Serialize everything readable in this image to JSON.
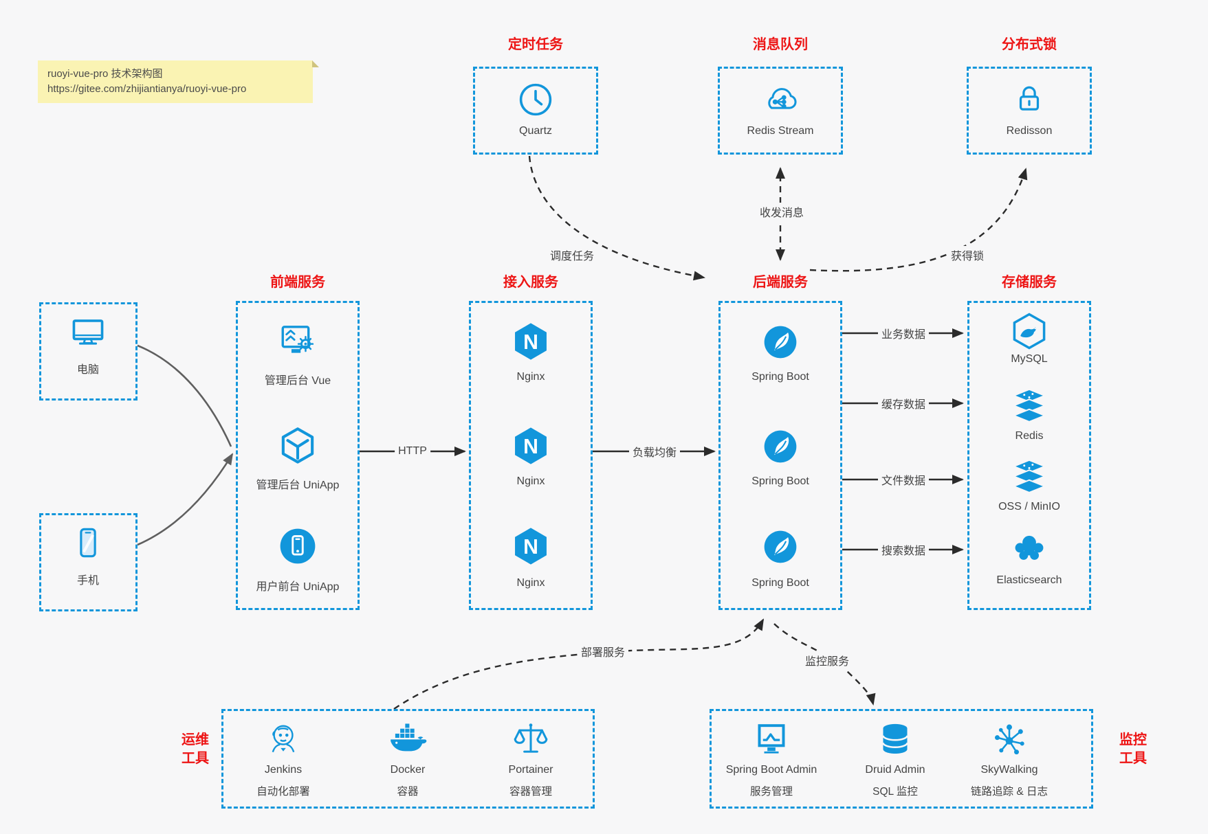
{
  "note": {
    "title": "ruoyi-vue-pro 技术架构图",
    "url": "https://gitee.com/zhijiantianya/ruoyi-vue-pro"
  },
  "palette": {
    "accent_blue": "#1296db",
    "title_red": "#ed1515",
    "text": "#434343",
    "arrow": "#2b2b2b",
    "note_bg": "#faf3b3",
    "canvas_bg": "#f7f7f8"
  },
  "top_groups": [
    {
      "title": "定时任务",
      "item": {
        "label": "Quartz",
        "icon": "clock-icon"
      }
    },
    {
      "title": "消息队列",
      "item": {
        "label": "Redis Stream",
        "icon": "cloud-network-icon"
      }
    },
    {
      "title": "分布式锁",
      "item": {
        "label": "Redisson",
        "icon": "lock-icon"
      }
    }
  ],
  "clients": [
    {
      "label": "电脑",
      "icon": "desktop-icon"
    },
    {
      "label": "手机",
      "icon": "phone-icon"
    }
  ],
  "columns": [
    {
      "title": "前端服务",
      "items": [
        {
          "label": "管理后台 Vue",
          "icon": "admin-vue-icon"
        },
        {
          "label": "管理后台 UniApp",
          "icon": "uniapp-cube-icon"
        },
        {
          "label": "用户前台 UniApp",
          "icon": "mobile-app-icon"
        }
      ]
    },
    {
      "title": "接入服务",
      "items": [
        {
          "label": "Nginx",
          "icon": "nginx-icon"
        },
        {
          "label": "Nginx",
          "icon": "nginx-icon"
        },
        {
          "label": "Nginx",
          "icon": "nginx-icon"
        }
      ]
    },
    {
      "title": "后端服务",
      "items": [
        {
          "label": "Spring Boot",
          "icon": "spring-boot-icon"
        },
        {
          "label": "Spring Boot",
          "icon": "spring-boot-icon"
        },
        {
          "label": "Spring Boot",
          "icon": "spring-boot-icon"
        }
      ]
    },
    {
      "title": "存储服务",
      "items": [
        {
          "label": "MySQL",
          "icon": "mysql-icon"
        },
        {
          "label": "Redis",
          "icon": "redis-icon"
        },
        {
          "label": "OSS / MinIO",
          "icon": "oss-minio-icon"
        },
        {
          "label": "Elasticsearch",
          "icon": "elasticsearch-icon"
        }
      ]
    }
  ],
  "edges": {
    "http": "HTTP",
    "load_balance": "负载均衡",
    "business_data": "业务数据",
    "cache_data": "缓存数据",
    "file_data": "文件数据",
    "search_data": "搜索数据",
    "schedule_task": "调度任务",
    "send_receive_message": "收发消息",
    "acquire_lock": "获得锁",
    "deploy_service": "部署服务",
    "monitor_service": "监控服务"
  },
  "bottom_groups": [
    {
      "title": "运维工具",
      "title_lines": [
        "运维",
        "工具"
      ],
      "items": [
        {
          "name": "Jenkins",
          "desc": "自动化部署",
          "icon": "jenkins-icon"
        },
        {
          "name": "Docker",
          "desc": "容器",
          "icon": "docker-icon"
        },
        {
          "name": "Portainer",
          "desc": "容器管理",
          "icon": "portainer-icon"
        }
      ]
    },
    {
      "title": "监控工具",
      "title_lines": [
        "监控",
        "工具"
      ],
      "items": [
        {
          "name": "Spring Boot Admin",
          "desc": "服务管理",
          "icon": "spring-boot-admin-icon"
        },
        {
          "name": "Druid Admin",
          "desc": "SQL 监控",
          "icon": "druid-database-icon"
        },
        {
          "name": "SkyWalking",
          "desc": "链路追踪 & 日志",
          "icon": "skywalking-topology-icon"
        }
      ]
    }
  ]
}
